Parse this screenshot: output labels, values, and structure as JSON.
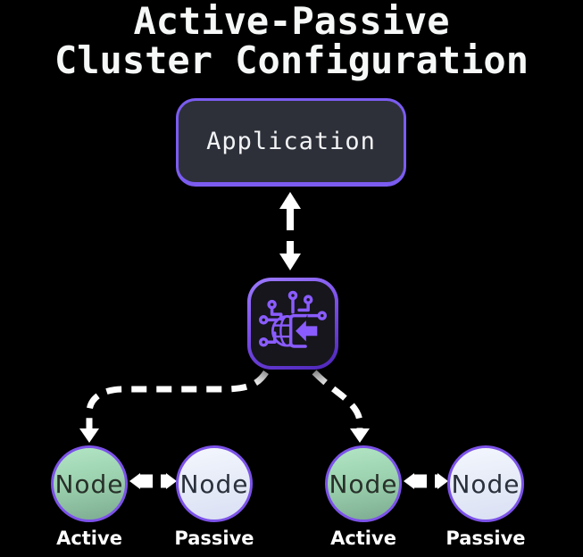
{
  "title": {
    "line1": "Active-Passive",
    "line2": "Cluster Configuration"
  },
  "application": {
    "label": "Application"
  },
  "network_icon": {
    "name": "circuit-globe-network-icon"
  },
  "nodes": [
    {
      "label": "Node",
      "status": "Active"
    },
    {
      "label": "Node",
      "status": "Passive"
    },
    {
      "label": "Node",
      "status": "Active"
    },
    {
      "label": "Node",
      "status": "Passive"
    }
  ],
  "colors": {
    "background": "#000000",
    "accent_purple": "#7c52e8",
    "icon_purple": "#8a5cff",
    "app_box_bg": "#2d3039",
    "tile_bg": "#16161c",
    "active_node_top": "#b2e5c4",
    "active_node_bottom": "#7cab90",
    "passive_node_top": "#f4f7fd",
    "passive_node_bottom": "#d9e0f3",
    "connector": "#ffffff",
    "title_text": "#f6f8f8",
    "node_text": "#283029",
    "status_text": "#ffffff"
  }
}
